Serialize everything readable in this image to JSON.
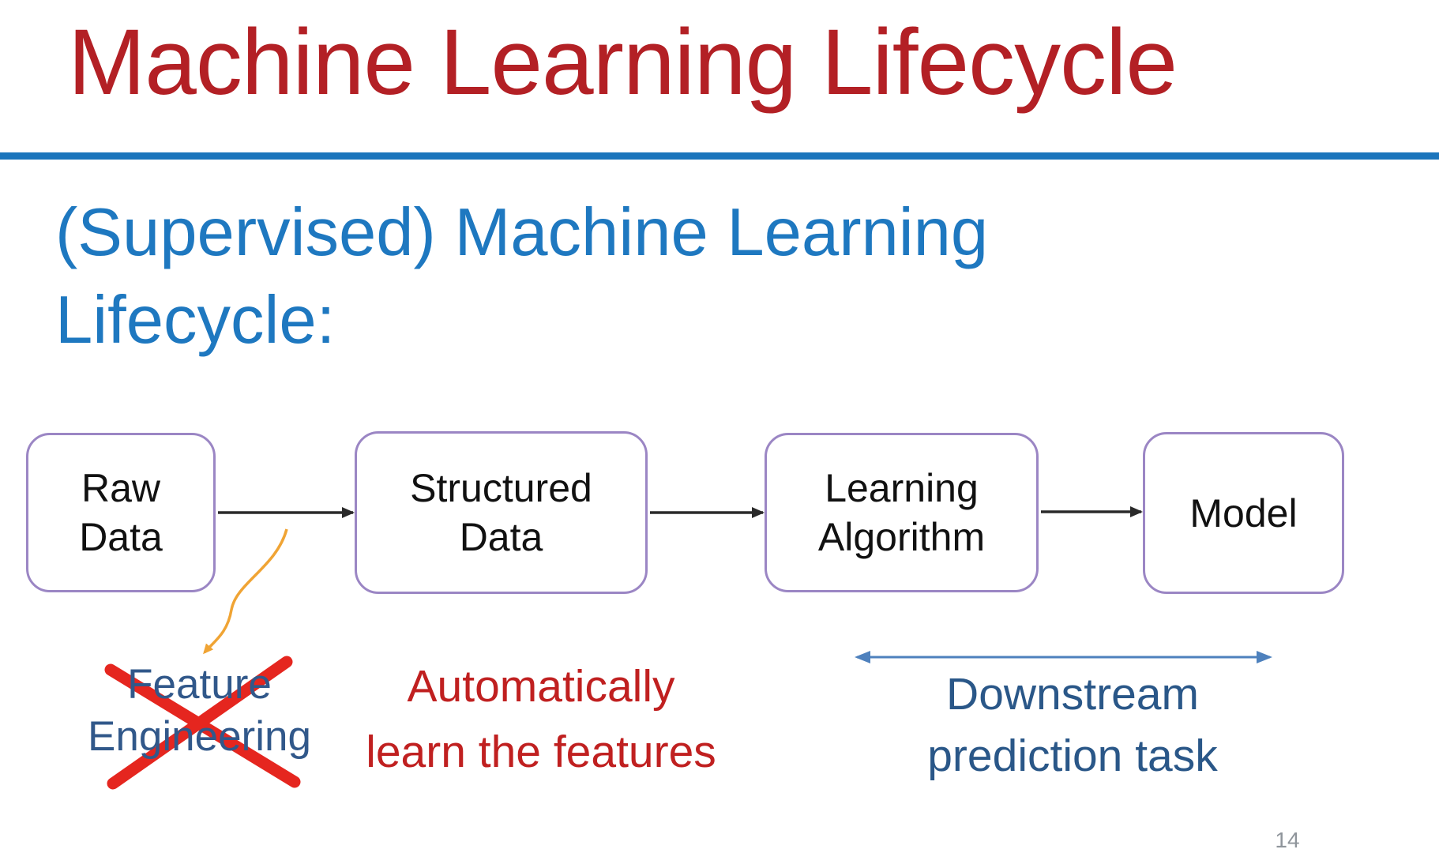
{
  "slide": {
    "title": "Machine Learning Lifecycle",
    "subtitle_lines": [
      "(Supervised) Machine Learning",
      "Lifecycle:"
    ],
    "page_number": "14"
  },
  "pipeline": {
    "boxes": [
      {
        "id": "raw-data",
        "lines": [
          "Raw",
          "Data"
        ]
      },
      {
        "id": "structured-data",
        "lines": [
          "Structured",
          "Data"
        ]
      },
      {
        "id": "learning-algorithm",
        "lines": [
          "Learning",
          "Algorithm"
        ]
      },
      {
        "id": "model",
        "lines": [
          "Model"
        ]
      }
    ]
  },
  "annotations": {
    "feature_engineering": {
      "lines": [
        "Feature",
        "Engineering"
      ],
      "crossed_out": true
    },
    "automatically_learn": {
      "lines": [
        "Automatically",
        "learn the features"
      ]
    },
    "downstream": {
      "lines": [
        "Downstream",
        "prediction task"
      ]
    }
  },
  "colors": {
    "title_red": "#B32025",
    "rule_blue": "#1B75BC",
    "subtitle_blue": "#1E78C0",
    "box_border_purple": "#9B86C4",
    "box_text": "#111111",
    "connector_black": "#2A2A2A",
    "curved_arrow_orange": "#F0A434",
    "cross_red": "#E5261F",
    "auto_learn_red": "#C02020",
    "feature_blue": "#31588A",
    "downstream_blue": "#2A5788",
    "double_arrow_blue": "#4E81BD",
    "page_number_gray": "#8F959B"
  }
}
